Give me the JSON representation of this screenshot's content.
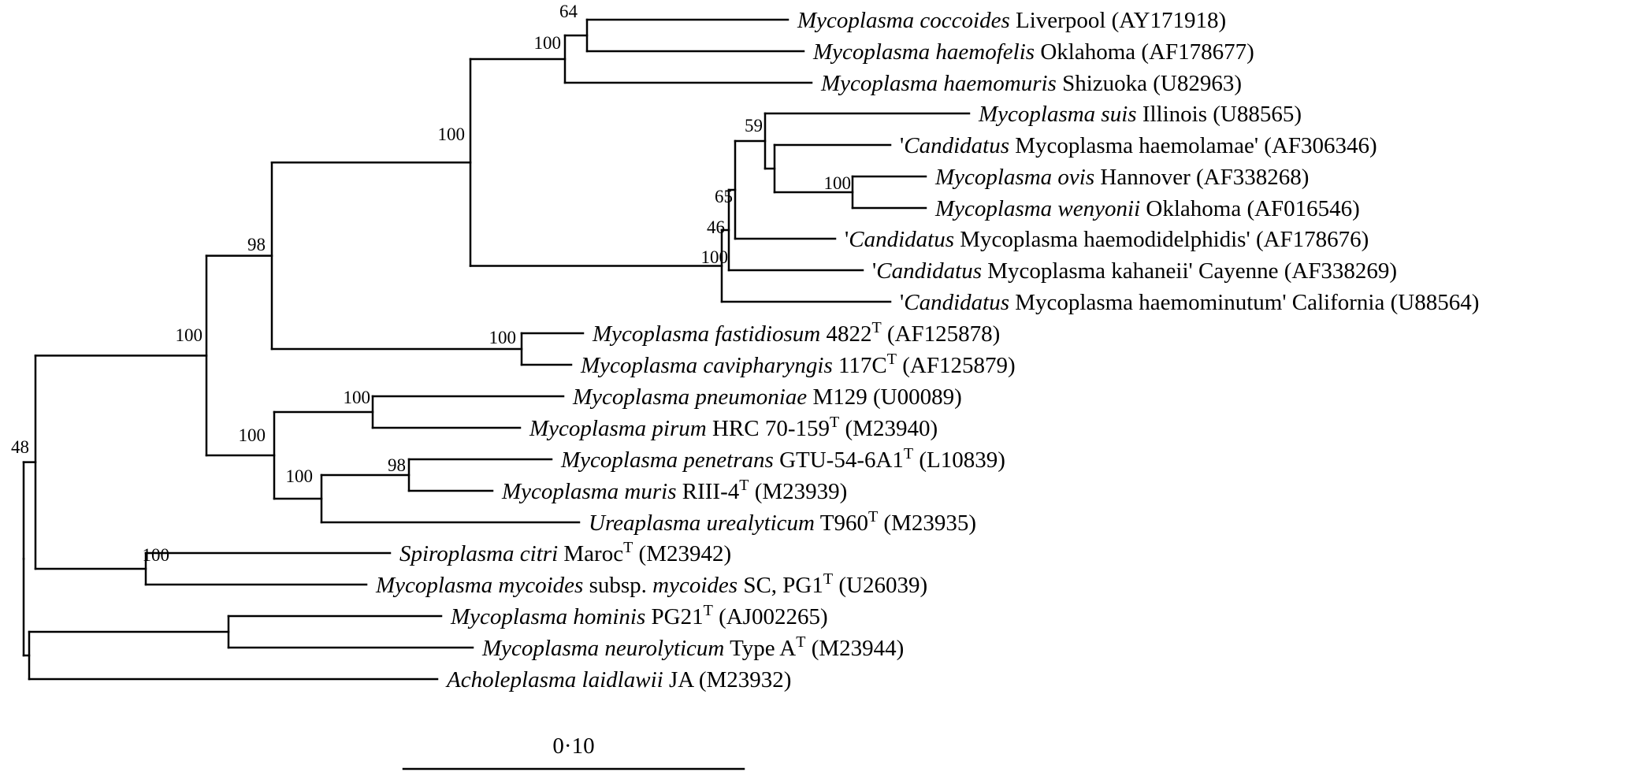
{
  "taxa": [
    {
      "species": "Mycoplasma coccoides",
      "strain": "Liverpool",
      "accession": "(AY171918)"
    },
    {
      "species": "Mycoplasma haemofelis",
      "strain": "Oklahoma",
      "accession": "(AF178677)"
    },
    {
      "species": "Mycoplasma haemomuris",
      "strain": "Shizuoka",
      "accession": "(U82963)"
    },
    {
      "species": "Mycoplasma suis",
      "strain": "Illinois",
      "accession": "(U88565)"
    },
    {
      "prefix": "'",
      "species": "Candidatus",
      "strain": "Mycoplasma haemolamae'",
      "accession": "(AF306346)"
    },
    {
      "species": "Mycoplasma ovis",
      "strain": "Hannover",
      "accession": "(AF338268)"
    },
    {
      "species": "Mycoplasma wenyonii",
      "strain": "Oklahoma",
      "accession": "(AF016546)"
    },
    {
      "prefix": "'",
      "species": "Candidatus",
      "strain": "Mycoplasma haemodidelphidis'",
      "accession": "(AF178676)"
    },
    {
      "prefix": "'",
      "species": "Candidatus",
      "strain": "Mycoplasma kahaneii' Cayenne",
      "accession": "(AF338269)"
    },
    {
      "prefix": "'",
      "species": "Candidatus",
      "strain": "Mycoplasma haemominutum' California",
      "accession": "(U88564)"
    },
    {
      "species": "Mycoplasma fastidiosum",
      "strain": "4822",
      "type_strain": "T",
      "accession": "(AF125878)"
    },
    {
      "species": "Mycoplasma cavipharyngis",
      "strain": "117C",
      "type_strain": "T",
      "accession": "(AF125879)"
    },
    {
      "species": "Mycoplasma pneumoniae",
      "strain": "M129",
      "accession": "(U00089)"
    },
    {
      "species": "Mycoplasma pirum",
      "strain": "HRC 70-159",
      "type_strain": "T",
      "accession": "(M23940)"
    },
    {
      "species": "Mycoplasma penetrans",
      "strain": "GTU-54-6A1",
      "type_strain": "T",
      "accession": "(L10839)"
    },
    {
      "species": "Mycoplasma muris",
      "strain": "RIII-4",
      "type_strain": "T",
      "accession": "(M23939)"
    },
    {
      "species": "Ureaplasma urealyticum",
      "strain": "T960",
      "type_strain": "T",
      "accession": "(M23935)"
    },
    {
      "species": "Spiroplasma citri",
      "strain": "Maroc",
      "type_strain": "T",
      "accession": "(M23942)"
    },
    {
      "species": "Mycoplasma mycoides",
      "strain": "subsp.",
      "subspecies": "mycoides",
      "strain2": "SC, PG1",
      "type_strain": "T",
      "accession": "(U26039)"
    },
    {
      "species": "Mycoplasma hominis",
      "strain": "PG21",
      "type_strain": "T",
      "accession": "(AJ002265)"
    },
    {
      "species": "Mycoplasma neurolyticum",
      "strain": "Type A",
      "type_strain": "T",
      "accession": "(M23944)"
    },
    {
      "species": "Acholeplasma laidlawii",
      "strain": "JA",
      "accession": "(M23932)"
    }
  ],
  "support_values": [
    "64",
    "100",
    "100",
    "59",
    "100",
    "65",
    "46",
    "100",
    "98",
    "100",
    "100",
    "100",
    "100",
    "98",
    "100",
    "100",
    "48"
  ],
  "scale_bar": {
    "label": "0·10"
  }
}
